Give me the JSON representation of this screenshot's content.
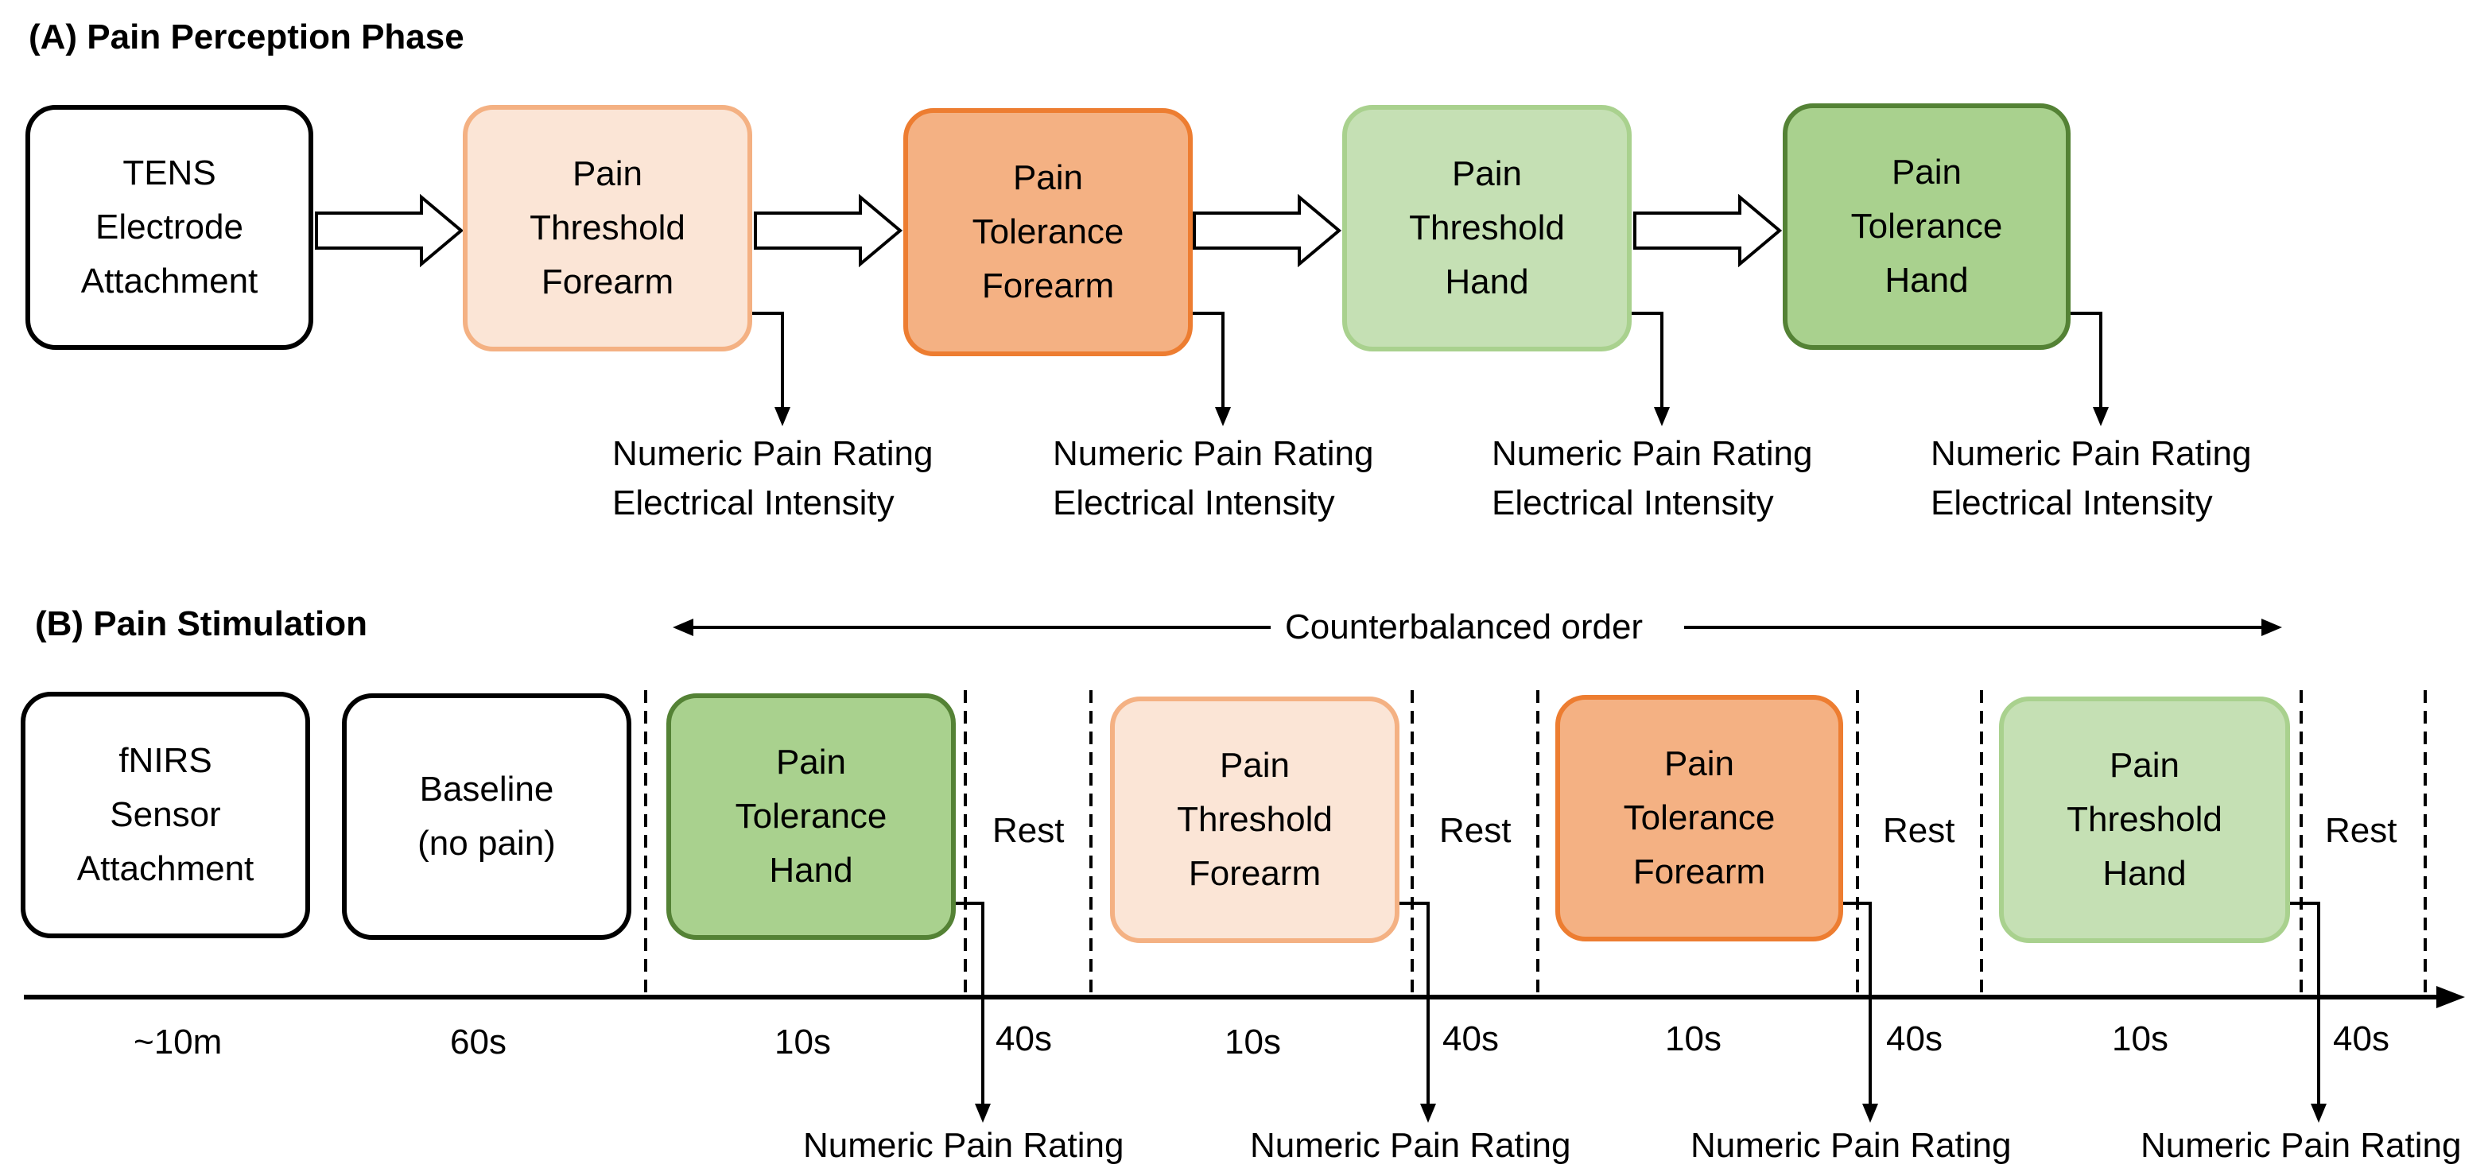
{
  "section_a": {
    "title": "(A) Pain Perception Phase",
    "steps": [
      {
        "lines": [
          "TENS",
          "Electrode",
          "Attachment"
        ]
      },
      {
        "lines": [
          "Pain",
          "Threshold",
          "Forearm"
        ]
      },
      {
        "lines": [
          "Pain",
          "Tolerance",
          "Forearm"
        ]
      },
      {
        "lines": [
          "Pain",
          "Threshold",
          "Hand"
        ]
      },
      {
        "lines": [
          "Pain",
          "Tolerance",
          "Hand"
        ]
      }
    ],
    "outputs": [
      "Numeric Pain Rating",
      "Electrical Intensity"
    ]
  },
  "section_b": {
    "title": "(B) Pain Stimulation",
    "order_label": "Counterbalanced order",
    "setup": [
      {
        "lines": [
          "fNIRS",
          "Sensor",
          "Attachment"
        ]
      },
      {
        "lines": [
          "Baseline",
          "(no pain)"
        ]
      }
    ],
    "stimuli": [
      {
        "lines": [
          "Pain",
          "Tolerance",
          "Hand"
        ]
      },
      {
        "lines": [
          "Pain",
          "Threshold",
          "Forearm"
        ]
      },
      {
        "lines": [
          "Pain",
          "Tolerance",
          "Forearm"
        ]
      },
      {
        "lines": [
          "Pain",
          "Threshold",
          "Hand"
        ]
      }
    ],
    "rest_label": "Rest",
    "durations": {
      "setup": "~10m",
      "baseline": "60s",
      "stimulus": "10s",
      "rest": "40s"
    },
    "output": "Numeric Pain Rating"
  },
  "colors": {
    "white_fill": "#ffffff",
    "peach_fill": "#fbe5d6",
    "orange_fill": "#f4b183",
    "light_green_fill": "#c5e0b4",
    "green_fill": "#a9d18e"
  }
}
